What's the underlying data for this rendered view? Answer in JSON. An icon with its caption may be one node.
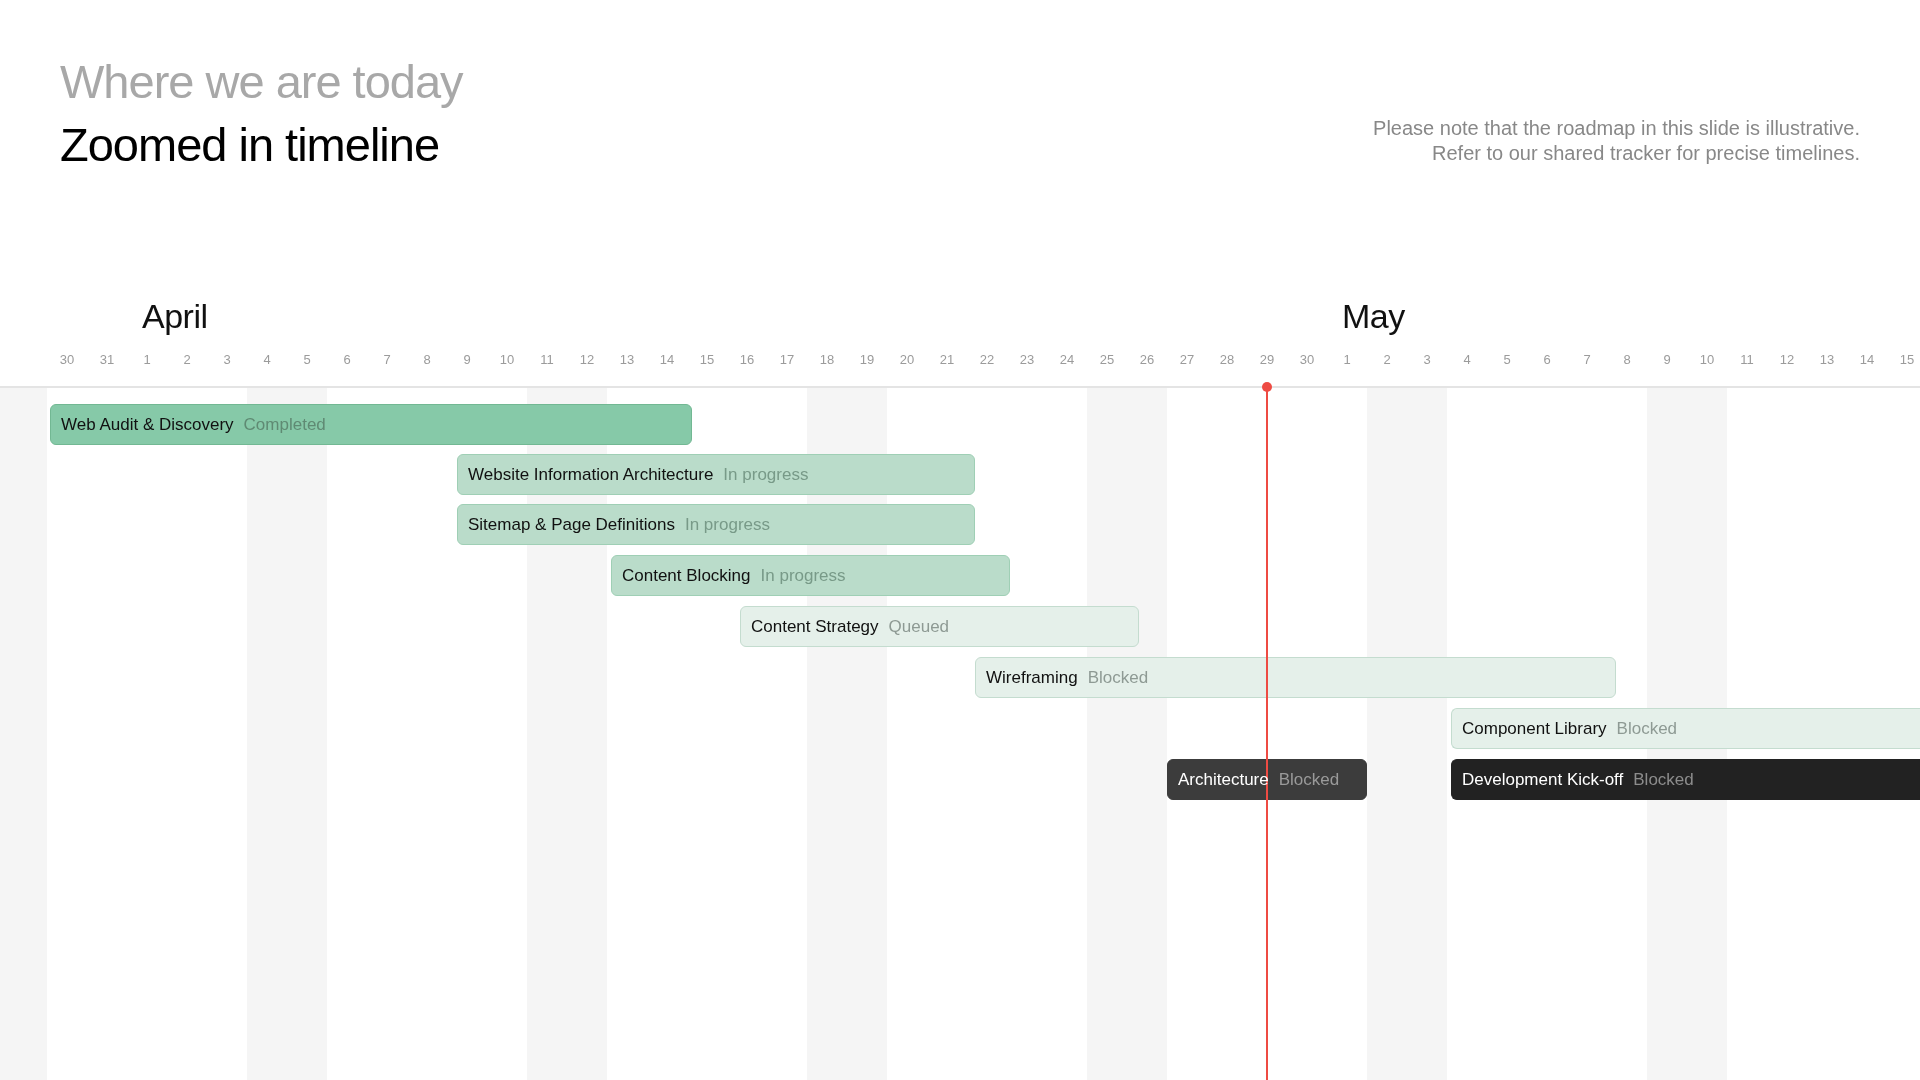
{
  "diagram": {
    "title": "Zoomed in timeline",
    "nodes": [
      {
        "text": [
          "Web Audit & Discovery",
          "Completed"
        ]
      },
      {
        "text": [
          "Website Information Architecture",
          "In progress"
        ]
      },
      {
        "text": [
          "Sitemap & Page Definitions",
          "In progress"
        ]
      },
      {
        "text": [
          "Content Blocking",
          "In progress"
        ]
      },
      {
        "text": [
          "Content Strategy",
          "Queued"
        ]
      },
      {
        "text": [
          "Wireframing",
          "Blocked"
        ]
      },
      {
        "text": [
          "Component Library",
          "Blocked"
        ]
      },
      {
        "text": [
          "Architecture",
          "Blocked"
        ]
      },
      {
        "text": [
          "Development Kick-off",
          "Blocked"
        ]
      }
    ],
    "labels": [
      "Where we are today",
      "Please note that the roadmap in this slide is illustrative. Refer to our shared tracker for precise timelines.",
      "April",
      "May",
      "30",
      "31",
      "1",
      "2",
      "3",
      "4",
      "5",
      "6",
      "7",
      "8",
      "9",
      "10",
      "11",
      "12",
      "13",
      "14",
      "15",
      "16",
      "17",
      "18",
      "19",
      "20",
      "21",
      "22",
      "23",
      "24",
      "25",
      "26",
      "27",
      "28",
      "29",
      "30",
      "1",
      "2",
      "3",
      "4",
      "5",
      "6",
      "7",
      "8",
      "9",
      "10",
      "11",
      "12",
      "13",
      "14",
      "15"
    ]
  }
}
